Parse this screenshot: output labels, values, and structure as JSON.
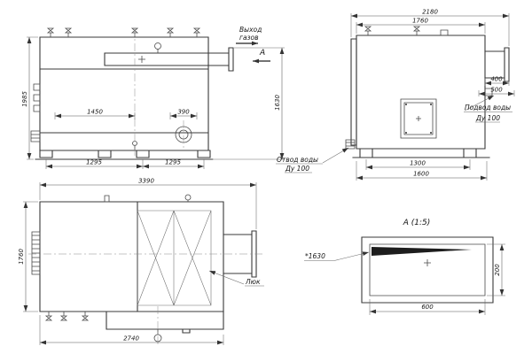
{
  "views": {
    "front": {
      "labels": {
        "gas_outlet_line1": "Выход",
        "gas_outlet_line2": "газов",
        "section_mark": "А"
      },
      "dims": {
        "overall_height": "1985",
        "outlet_height": "1630",
        "dim_1450": "1450",
        "dim_390": "390",
        "foot_left": "1295",
        "foot_right": "1295"
      }
    },
    "side": {
      "labels": {
        "supply_line1": "Подвод воды",
        "supply_line2": "Ду 100",
        "return_line1": "Отвод воды",
        "return_line2": "Ду 100"
      },
      "dims": {
        "overall_width": "2180",
        "body_width": "1760",
        "dim_400": "400",
        "dim_500": "500",
        "dim_1300": "1300",
        "dim_1600": "1600"
      }
    },
    "plan": {
      "labels": {
        "hatch": "Люк"
      },
      "dims": {
        "overall_length": "3390",
        "body_width": "1760",
        "dim_2740": "2740"
      }
    },
    "detail": {
      "title": "А (1:5)",
      "note": "*1630",
      "dims": {
        "length": "600",
        "height": "200"
      }
    }
  }
}
